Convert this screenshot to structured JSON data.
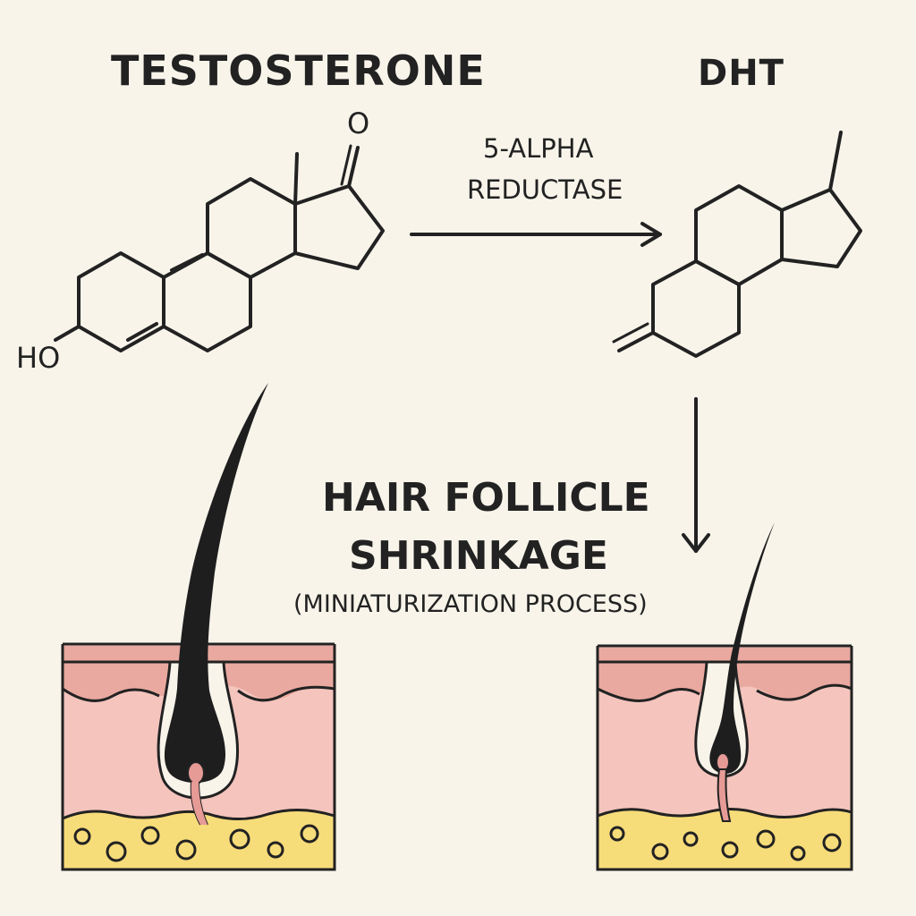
{
  "titles": {
    "left_molecule": "TESTOSTERONE",
    "right_molecule": "DHT"
  },
  "enzyme": {
    "line1": "5-ALPHA",
    "line2": "REDUCTASE"
  },
  "process": {
    "line1": "HAIR FOLLICLE",
    "line2": "SHRINKAGE",
    "line3": "(MINIATURIZATION PROCESS)"
  },
  "atoms": {
    "carbonyl_oxygen": "O",
    "hydroxyl": "HO"
  },
  "colors": {
    "background": "#f8f4ea",
    "ink": "#222222",
    "skin_top": "#e9a9a0",
    "skin_body": "#f4c4bd",
    "fat_layer": "#f7dc7a",
    "hair": "#1e1e1e",
    "papilla": "#e79b96"
  }
}
